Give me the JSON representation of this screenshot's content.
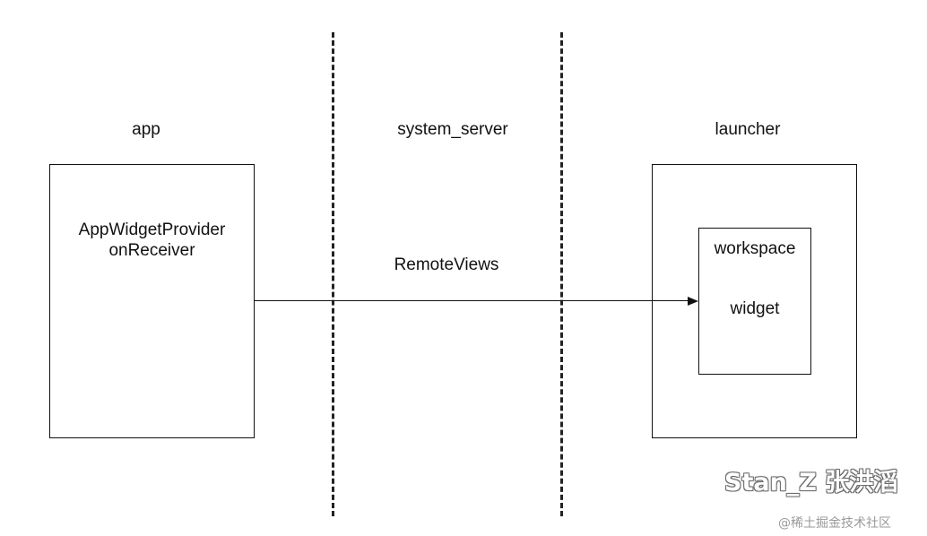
{
  "lanes": {
    "app": "app",
    "system_server": "system_server",
    "launcher": "launcher"
  },
  "app_box": {
    "line1": "AppWidgetProvider",
    "line2": "onReceiver"
  },
  "arrow": {
    "label": "RemoteViews"
  },
  "launcher_box": {
    "inner_box": {
      "title": "workspace",
      "item": "widget"
    }
  },
  "watermark": {
    "main": "Stan_Z 张洪滔",
    "sub": "@稀土掘金技术社区"
  }
}
